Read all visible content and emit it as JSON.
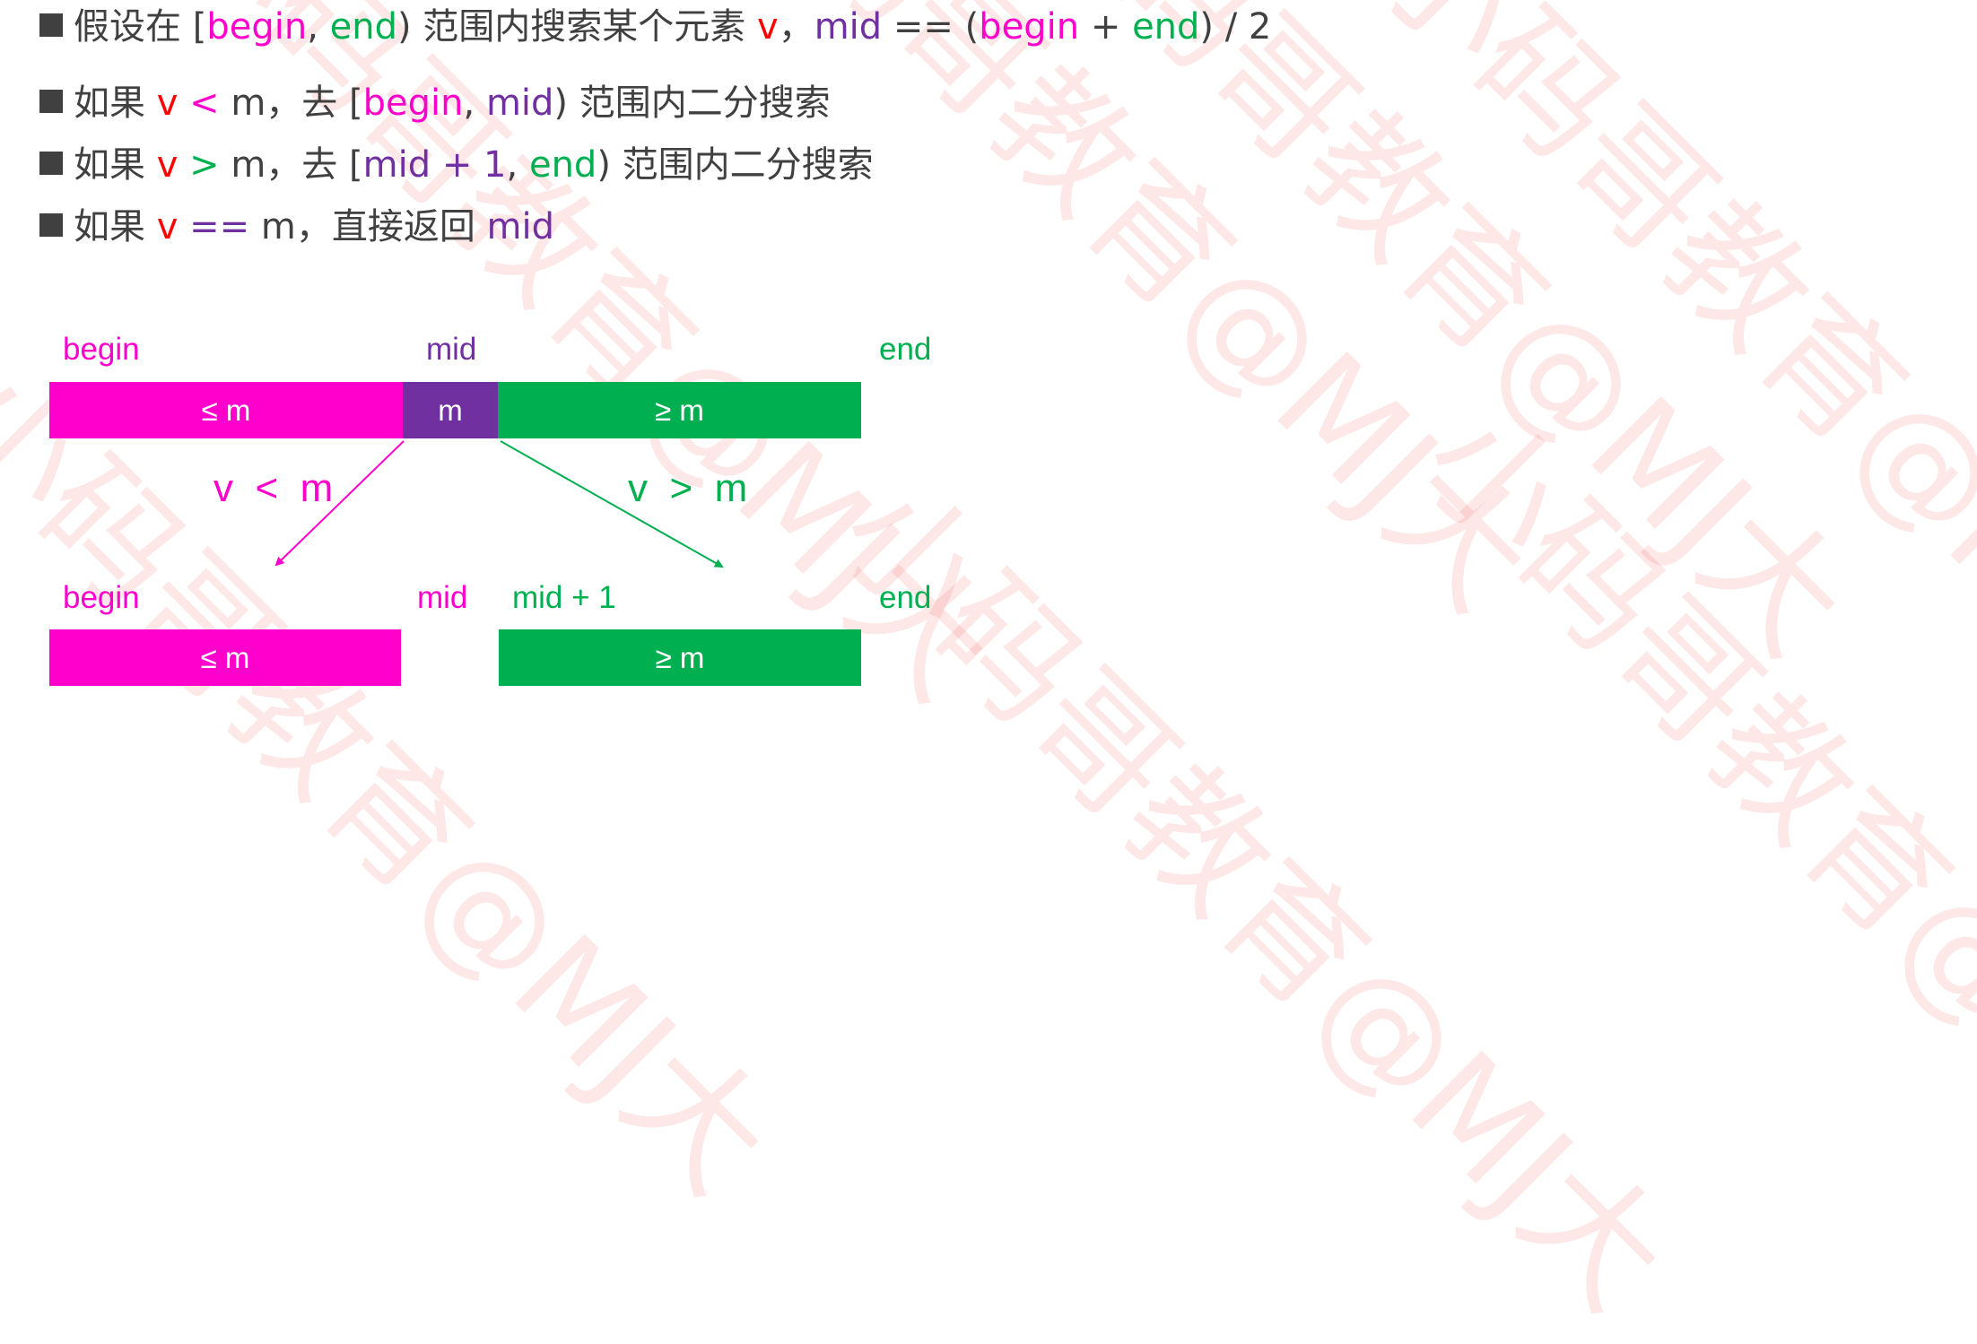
{
  "watermark": "小码哥教育@MJ大",
  "rules": {
    "r1": {
      "t1": "假设在 [",
      "begin": "begin",
      "comma1": ", ",
      "end": "end",
      "t2": ") 范围内搜索某个元素 ",
      "v": "v",
      "t3": "，",
      "mid": "mid",
      "t4": " == (",
      "begin2": "begin",
      "plus": " + ",
      "end2": "end",
      "t5": ") / 2"
    },
    "r2": {
      "t1": "如果 ",
      "v": "v",
      "op": " < ",
      "m": "m，去 [",
      "begin": "begin",
      "comma": ", ",
      "mid": "mid",
      "t2": ") 范围内二分搜索"
    },
    "r3": {
      "t1": "如果 ",
      "v": "v",
      "op": " > ",
      "m": "m，去 [",
      "mid": "mid + 1",
      "comma": ", ",
      "end": "end",
      "t2": ") 范围内二分搜索"
    },
    "r4": {
      "t1": "如果 ",
      "v": "v",
      "op": " == ",
      "m": "m，直接返回 ",
      "mid": "mid"
    }
  },
  "diagram": {
    "top_labels": {
      "begin": "begin",
      "mid": "mid",
      "end": "end"
    },
    "top_bar": {
      "left": "≤ m",
      "middle": "m",
      "right": "≥ m"
    },
    "left_compare": {
      "v": "v",
      "op": "<",
      "m": "m"
    },
    "right_compare": {
      "v": "v",
      "op": ">",
      "m": "m"
    },
    "bottom_labels": {
      "begin": "begin",
      "mid": "mid",
      "mid_plus_1": "mid + 1",
      "end": "end"
    },
    "bottom_bar": {
      "left": "≤ m",
      "right": "≥ m"
    }
  },
  "colors": {
    "begin": "#ff00cc",
    "mid": "#7030a0",
    "end": "#00b050",
    "v": "#ff0000",
    "text": "#404040"
  }
}
